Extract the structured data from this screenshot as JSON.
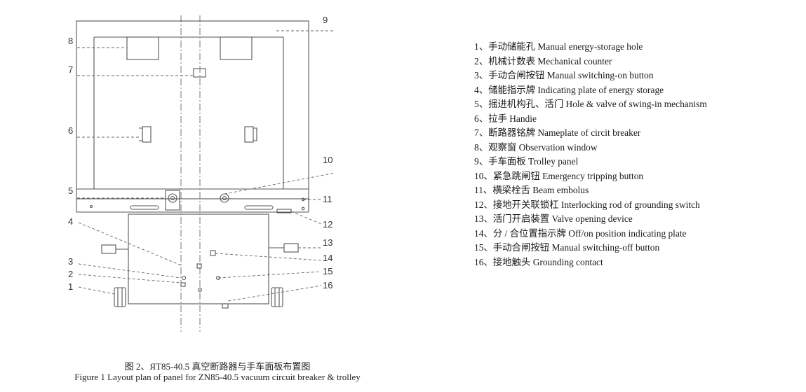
{
  "callouts": [
    "1",
    "2",
    "3",
    "4",
    "5",
    "6",
    "7",
    "8",
    "9",
    "10",
    "11",
    "12",
    "13",
    "14",
    "15",
    "16"
  ],
  "legend": [
    "1、手动储能孔 Manual energy-storage hole",
    "2、机械计数表 Mechanical counter",
    "3、手动合闸按钮 Manual switching-on button",
    "4、储能指示牌 Indicating plate of energy storage",
    "5、摇进机构孔、活门 Hole & valve of swing-in mechanism",
    "6、拉手 Handie",
    "7、断路器铭牌 Nameplate of circit breaker",
    "8、观察窗 Observation window",
    "9、手车面板 Trolley panel",
    "10、紧急跳闸钮 Emergency tripping button",
    "11、横梁栓舌 Beam embolus",
    "12、接地开关联锁杠 Interlocking rod of grounding switch",
    "13、活门开启装置 Valve opening device",
    "14、分 / 合位置指示牌 Off/on position indicating plate",
    "15、手动合闸按钮 Manual switching-off button",
    "16、接地触头 Grounding contact"
  ],
  "caption": {
    "zh": "图 2、ЯТ85-40.5 真空断路器与手车面板布置图",
    "en": "Figure 1 Layout plan of panel for ZN85-40.5 vacuum circuit breaker & trolley"
  }
}
